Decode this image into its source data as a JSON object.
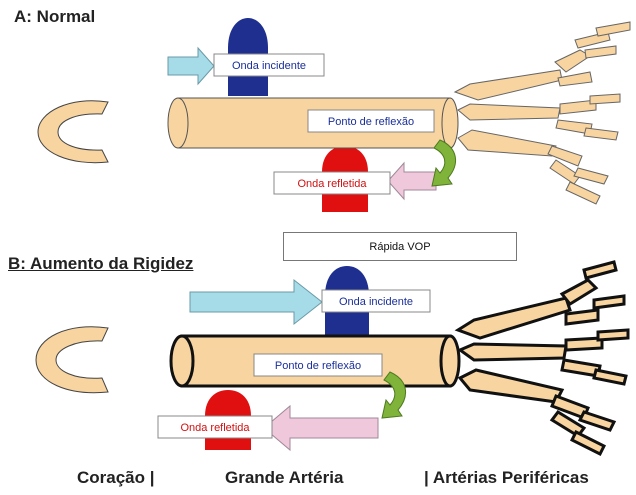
{
  "panel_a": {
    "title": "A: Normal",
    "incident_label": "Onda incidente",
    "reflection_label": "Ponto de reflexão",
    "reflected_label": "Onda refletida"
  },
  "panel_b": {
    "title": "B: Aumento da Rigidez",
    "pwv_label": "Rápida VOP",
    "incident_label": "Onda incidente",
    "reflection_label": "Ponto de reflexão",
    "reflected_label": "Onda refletida"
  },
  "footer": {
    "heart": "Coração |",
    "large_artery": "Grande Artéria",
    "peripheral": "| Artérias Periféricas"
  },
  "colors": {
    "vessel_fill": "#f7d4a0",
    "incident_peak": "#1f2f8f",
    "reflected_peak": "#e01010",
    "incident_arrow": "#a6dbe8",
    "reflected_arrow": "#f0c8dc",
    "reflection_arrow": "#7fb33a"
  }
}
